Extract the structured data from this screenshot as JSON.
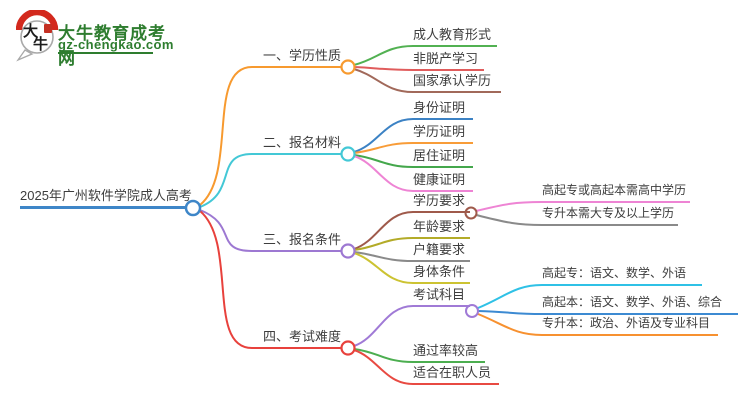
{
  "logo": {
    "badge_char_1": "大",
    "badge_char_2": "牛",
    "title": "大牛教育成考网",
    "subtitle": "gz-chengkao.com",
    "green": "#2e7d2f",
    "red": "#d3291d",
    "seal_red": "#c43023",
    "bubble_gray": "#a9a9a9"
  },
  "root": {
    "label": "2025年广州软件学院成人高考",
    "color": "#3e86c8"
  },
  "branches": [
    {
      "label": "一、学历性质",
      "color": "#f79a2f",
      "children": [
        {
          "label": "成人教育形式",
          "color": "#52b152"
        },
        {
          "label": "非脱产学习",
          "color": "#e05c5c"
        },
        {
          "label": "国家承认学历",
          "color": "#a1695a"
        }
      ]
    },
    {
      "label": "二、报名材料",
      "color": "#43c8d6",
      "children": [
        {
          "label": "身份证明",
          "color": "#3c82c4"
        },
        {
          "label": "学历证明",
          "color": "#f89c38"
        },
        {
          "label": "居住证明",
          "color": "#44a74c"
        },
        {
          "label": "健康证明",
          "color": "#ee84d4"
        }
      ]
    },
    {
      "label": "三、报名条件",
      "color": "#9d78d2",
      "children": [
        {
          "label": "学历要求",
          "color": "#9f5a4b",
          "children": [
            {
              "label": "高起专或高起本需高中学历",
              "color": "#ee84d4"
            },
            {
              "label": "专升本需大专及以上学历",
              "color": "#8a8a8a"
            }
          ]
        },
        {
          "label": "年龄要求",
          "color": "#b3ab28"
        },
        {
          "label": "户籍要求",
          "color": "#8a8a8a"
        },
        {
          "label": "身体条件",
          "color": "#ccc332"
        }
      ]
    },
    {
      "label": "四、考试难度",
      "color": "#e8413c",
      "children": [
        {
          "label": "考试科目",
          "color": "#a07ad6",
          "children": [
            {
              "label": "高起专：语文、数学、外语",
              "color": "#2fc1e6"
            },
            {
              "label": "高起本：语文、数学、外语、综合",
              "color": "#3c8ad2"
            },
            {
              "label": "专升本：政治、外语及专业科目",
              "color": "#f79130"
            }
          ]
        },
        {
          "label": "通过率较高",
          "color": "#4cae50"
        },
        {
          "label": "适合在职人员",
          "color": "#e84a42"
        }
      ]
    }
  ]
}
